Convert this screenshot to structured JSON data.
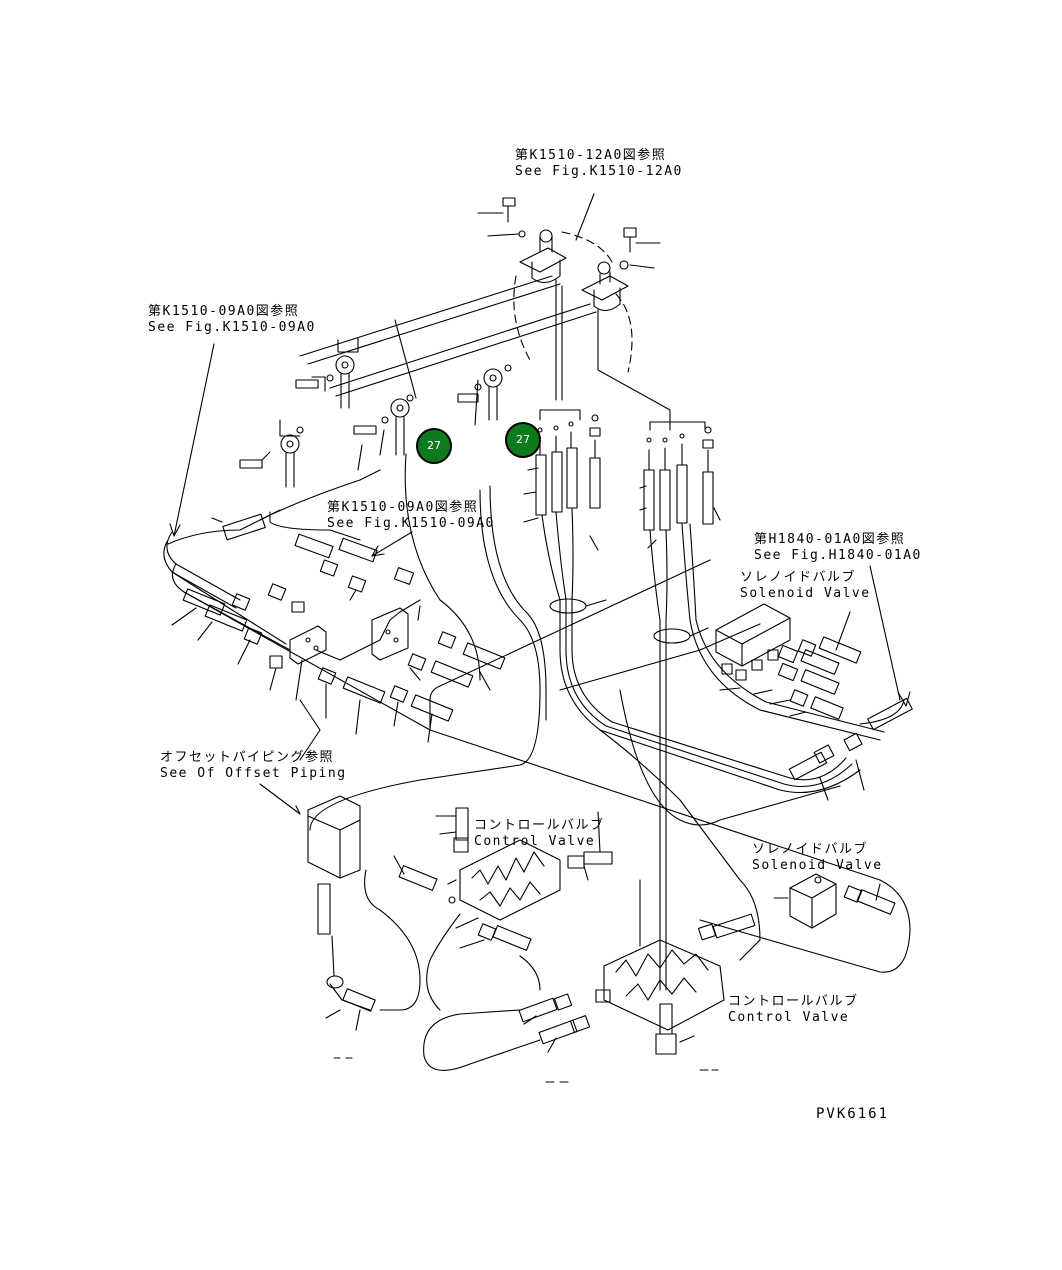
{
  "references": [
    {
      "id": "ref-k1510-12a0",
      "jp": "第K1510-12A0図参照",
      "en": "See Fig.K1510-12A0"
    },
    {
      "id": "ref-k1510-09a0-left",
      "jp": "第K1510-09A0図参照",
      "en": "See Fig.K1510-09A0"
    },
    {
      "id": "ref-k1510-09a0-mid",
      "jp": "第K1510-09A0図参照",
      "en": "See Fig.K1510-09A0"
    },
    {
      "id": "ref-h1840-01a0",
      "jp": "第H1840-01A0図参照",
      "en": "See Fig.H1840-01A0"
    }
  ],
  "components": {
    "solenoid_valve_upper": {
      "jp": "ソレノイドバルブ",
      "en": "Solenoid Valve"
    },
    "solenoid_valve_lower": {
      "jp": "ソレノイドバルブ",
      "en": "Solenoid Valve"
    },
    "control_valve_upper": {
      "jp": "コントロールバルブ",
      "en": "Control Valve"
    },
    "control_valve_lower": {
      "jp": "コントロールバルブ",
      "en": "Control Valve"
    },
    "offset_piping": {
      "jp": "オフセットパイピング参照",
      "en": "See Of Offset Piping"
    }
  },
  "callouts": [
    {
      "id": "callout-27-a",
      "label": "27",
      "color": "#0d7a1e"
    },
    {
      "id": "callout-27-b",
      "label": "27",
      "color": "#0d7a1e"
    }
  ],
  "drawing_code": "PVK6161"
}
